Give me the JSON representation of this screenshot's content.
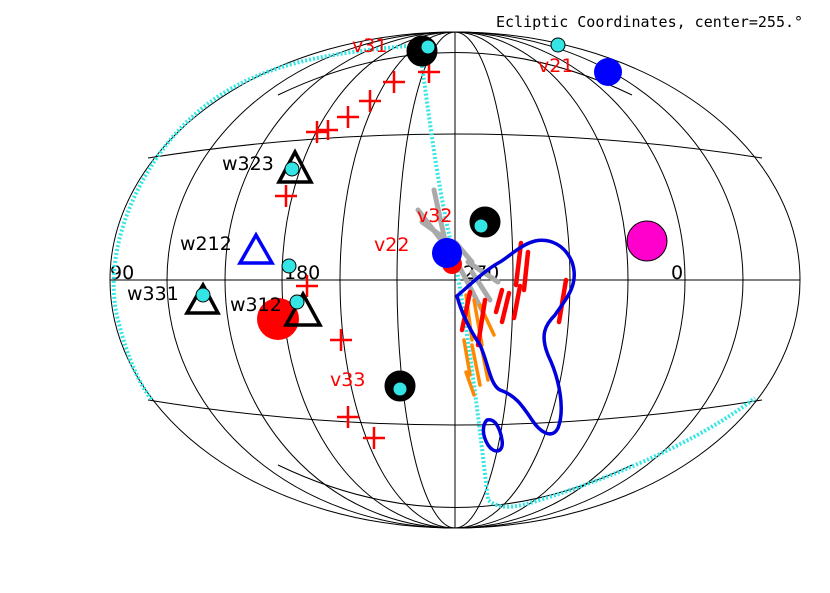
{
  "title": "Ecliptic Coordinates, center=255.°",
  "longitude_labels": [
    "90",
    "180",
    "270",
    "0"
  ],
  "source_labels": {
    "v31": "v31",
    "v21": "v21",
    "v32": "v32",
    "v22": "v22",
    "v33": "v33",
    "w323": "w323",
    "w212": "w212",
    "w331": "w331",
    "w312": "w312"
  },
  "colors": {
    "grid": "#000000",
    "cyan_track": "#33e5e5",
    "red": "#ff0000",
    "blue": "#0000ff",
    "magenta": "#ff00cc",
    "orange": "#ff8800",
    "gray": "#aaaaaa",
    "black": "#000000"
  }
}
